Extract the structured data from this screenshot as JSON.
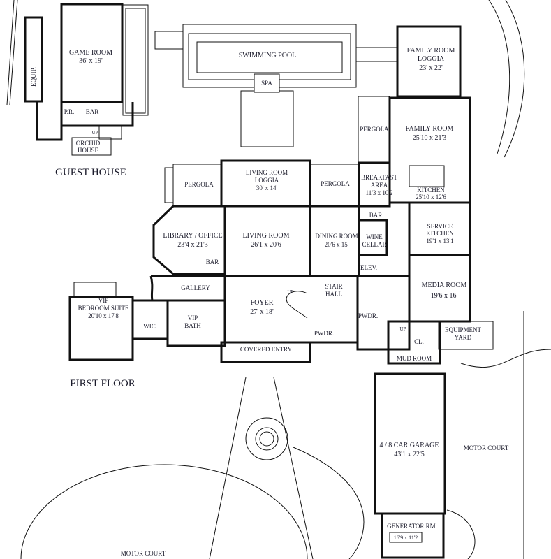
{
  "plan_title": "FIRST FLOOR",
  "guest_house": {
    "title": "GUEST HOUSE",
    "game_room": {
      "name": "GAME ROOM",
      "size": "36' x 19'"
    },
    "equip": "EQUIP.",
    "pr": "P.R.",
    "bar": "BAR",
    "up": "UP",
    "orchid_house": [
      "ORCHID",
      "HOUSE"
    ]
  },
  "rooms": {
    "swimming_pool": "SWIMMING POOL",
    "spa": "SPA",
    "family_room_loggia": {
      "name": [
        "FAMILY ROOM",
        "LOGGIA"
      ],
      "size": "23' x 22'"
    },
    "pergola_east": "PERGOLA",
    "family_room": {
      "name": "FAMILY ROOM",
      "size": "25'10 x 21'3"
    },
    "pergola_west": "PERGOLA",
    "living_room_loggia": {
      "name": [
        "LIVING ROOM",
        "LOGGIA"
      ],
      "size": "30' x 14'"
    },
    "pergola_mid": "PERGOLA",
    "breakfast_area": {
      "name": [
        "BREAKFAST",
        "AREA"
      ],
      "size": "11'3 x 10'2"
    },
    "kitchen": {
      "name": "KITCHEN",
      "size": "25'10 x 12'6"
    },
    "bar_kitchen": "BAR",
    "service_kitchen": {
      "name": [
        "SERVICE",
        "KITCHEN"
      ],
      "size": "19'1 x 13'1"
    },
    "library": {
      "name": "LIBRARY / OFFICE",
      "size": "23'4 x 21'3"
    },
    "living_room": {
      "name": "LIVING ROOM",
      "size": "26'1 x 20'6"
    },
    "dining_room": {
      "name": "DINING ROOM",
      "size": "20'6 x 15'"
    },
    "wine_cellar": [
      "WINE",
      "CELLAR"
    ],
    "bar_library": "BAR",
    "elev": "ELEV.",
    "media_room": {
      "name": "MEDIA ROOM",
      "size": "19'6 x 16'"
    },
    "gallery": "GALLERY",
    "stair_hall": [
      "STAIR",
      "HALL"
    ],
    "up_foyer": "UP",
    "foyer": {
      "name": "FOYER",
      "size": "27' x 18'"
    },
    "vip_suite": {
      "name": [
        "VIP",
        "BEDROOM SUITE"
      ],
      "size": "20'10 x 17'8"
    },
    "wic": "WIC",
    "vip_bath": [
      "VIP",
      "BATH"
    ],
    "pwdr_east": "PWDR.",
    "pwdr_foyer": "PWDR.",
    "up_service": "UP",
    "equipment_yard": [
      "EQUIPMENT",
      "YARD"
    ],
    "closet": "CL.",
    "covered_entry": "COVERED ENTRY",
    "mud_room": "MUD ROOM",
    "garage": {
      "name": "4 / 8 CAR GARAGE",
      "size": "43'1 x 22'5"
    },
    "motor_court_east": "MOTOR COURT",
    "generator_room": {
      "name": "GENERATOR RM.",
      "size": "16'9 x 11'2"
    },
    "motor_court_south": "MOTOR COURT"
  }
}
